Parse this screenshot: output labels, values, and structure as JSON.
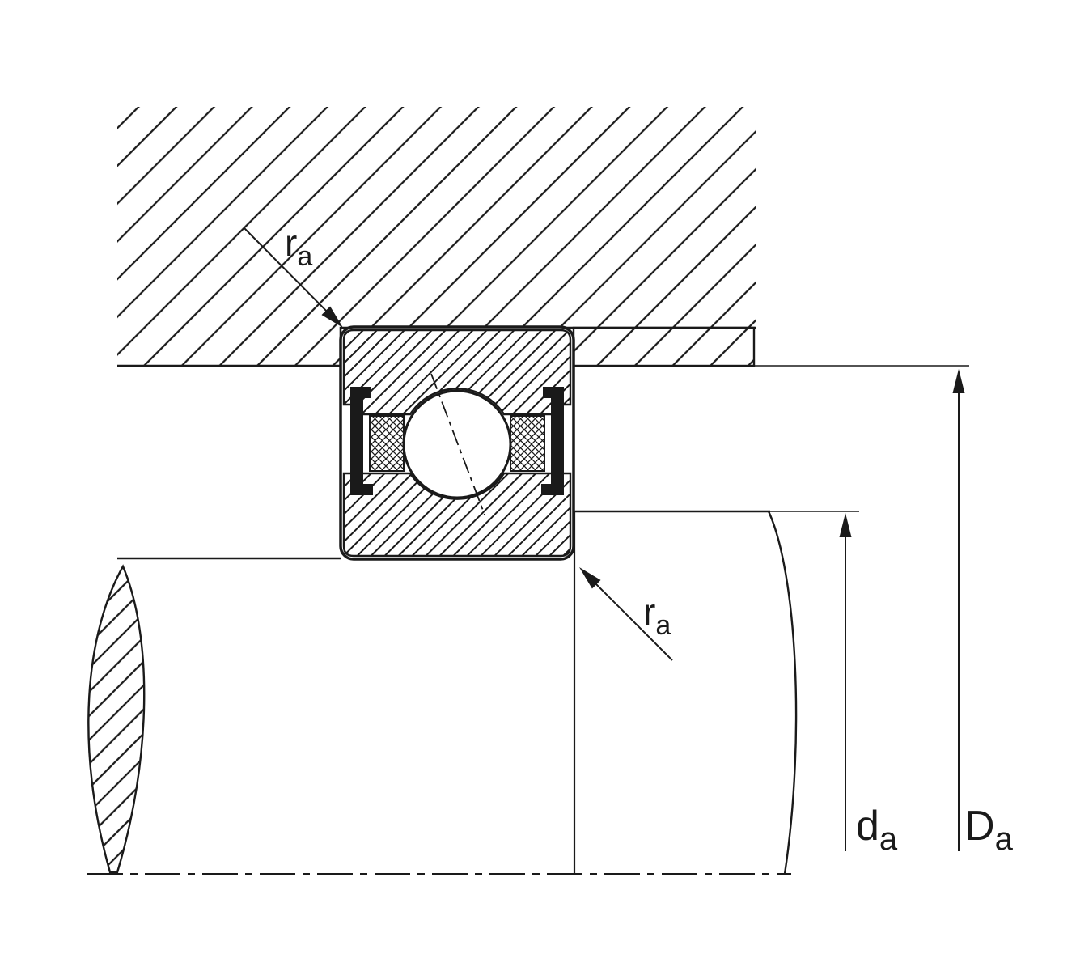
{
  "diagram": {
    "kind": "bearing-mounting-cross-section",
    "background_color": "#ffffff",
    "line_color": "#1a1a1a",
    "labels": {
      "fillet_top": {
        "main": "r",
        "sub": "a"
      },
      "fillet_bottom": {
        "main": "r",
        "sub": "a"
      },
      "shaft_abutment": {
        "main": "d",
        "sub": "a"
      },
      "housing_abutment": {
        "main": "D",
        "sub": "a"
      }
    }
  }
}
